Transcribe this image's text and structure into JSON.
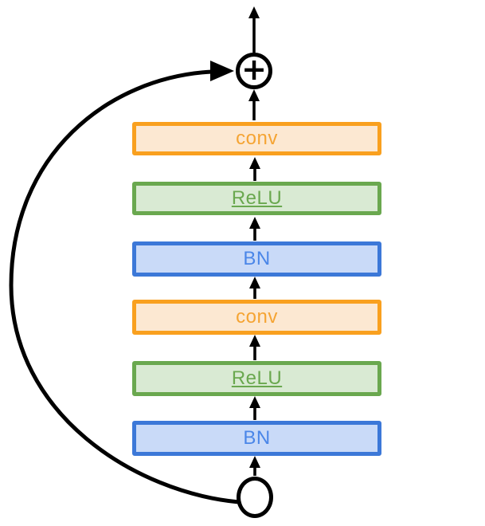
{
  "diagram": {
    "kind": "residual-block",
    "layers": [
      {
        "label": "conv",
        "type": "conv"
      },
      {
        "label": "ReLU",
        "type": "relu",
        "underlined": true
      },
      {
        "label": "BN",
        "type": "bn"
      },
      {
        "label": "conv",
        "type": "conv"
      },
      {
        "label": "ReLU",
        "type": "relu",
        "underlined": true
      },
      {
        "label": "BN",
        "type": "bn"
      }
    ],
    "nodes": {
      "add_label": "+",
      "input_label": ""
    },
    "colors": {
      "conv_border": "#F9A01F",
      "conv_fill": "#FCE8D2",
      "conv_text": "#F5A433",
      "relu_border": "#6AA84F",
      "relu_fill": "#D9EAD3",
      "relu_text": "#6AA84F",
      "bn_border": "#3C78D8",
      "bn_fill": "#C9DAF8",
      "bn_text": "#4A86E8",
      "wire": "#000000",
      "background": "#FFFFFF"
    }
  }
}
